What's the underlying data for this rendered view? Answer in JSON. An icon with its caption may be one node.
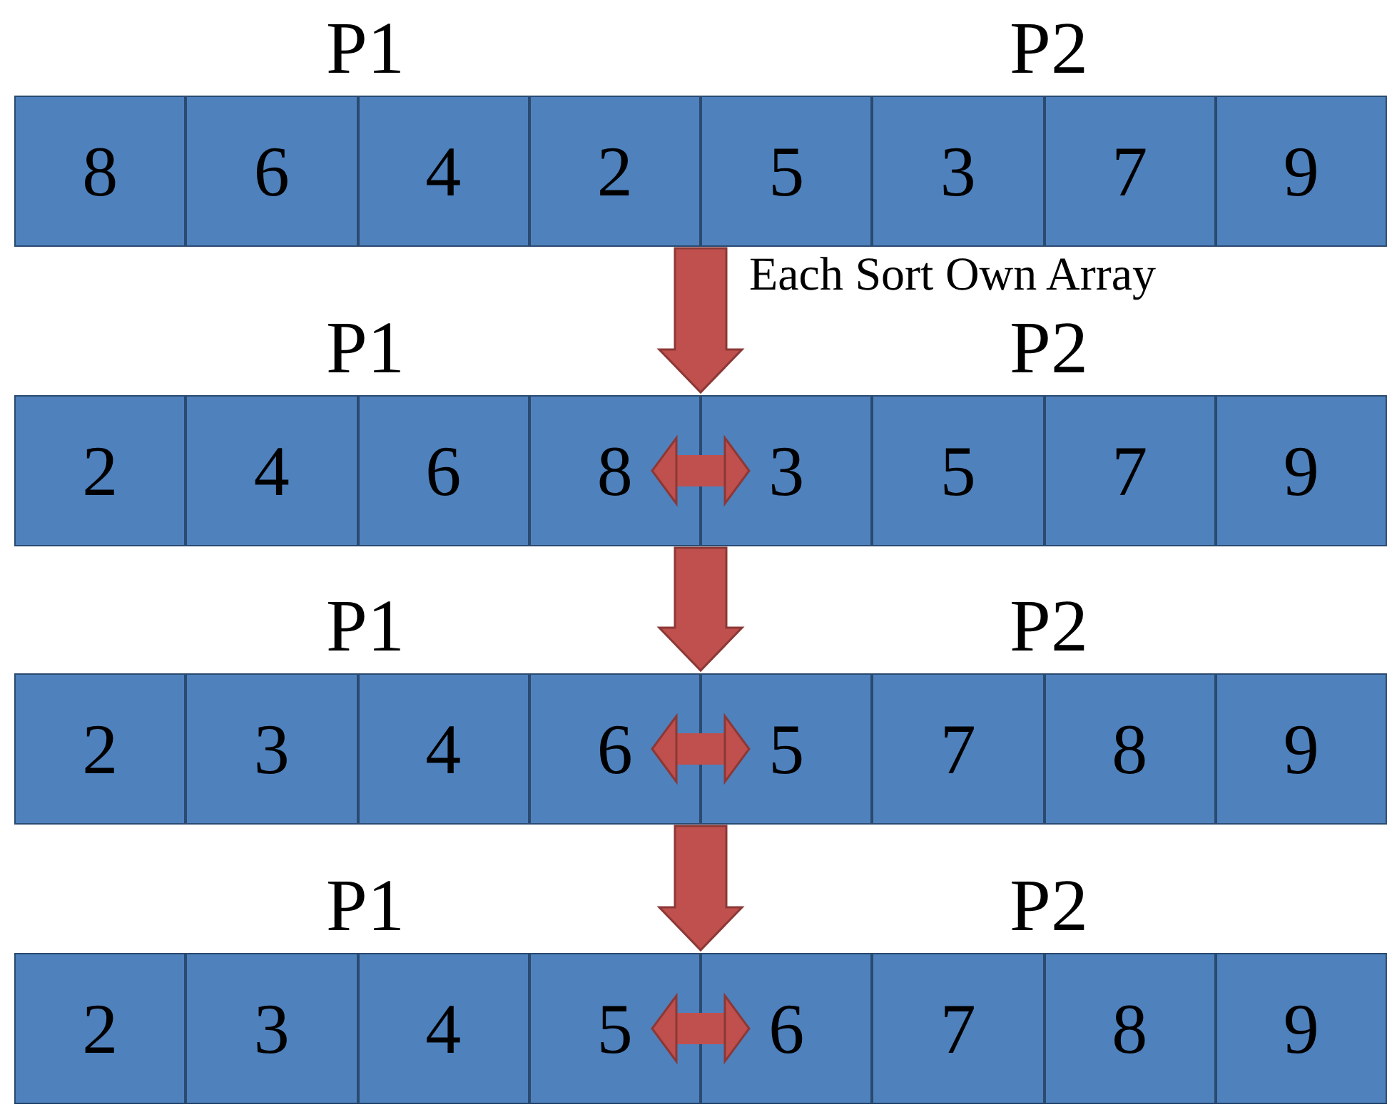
{
  "diagram": {
    "nodes": [
      {
        "text": [],
        "shape": "bar"
      },
      {
        "text": [
          "8"
        ],
        "in": 0
      },
      {
        "text": [
          "6"
        ],
        "in": 0
      },
      {
        "text": [
          "4"
        ],
        "in": 0
      },
      {
        "text": [
          "2"
        ],
        "in": 0
      },
      {
        "text": [
          "5"
        ],
        "in": 0
      },
      {
        "text": [
          "3"
        ],
        "in": 0
      },
      {
        "text": [
          "7"
        ],
        "in": 0
      },
      {
        "text": [
          "9"
        ],
        "in": 0
      },
      {
        "text": [],
        "shape": "bar"
      },
      {
        "text": [
          "2"
        ],
        "in": 9
      },
      {
        "text": [
          "4"
        ],
        "in": 9
      },
      {
        "text": [
          "6"
        ],
        "in": 9
      },
      {
        "text": [
          "8"
        ],
        "in": 9
      },
      {
        "text": [
          "3"
        ],
        "in": 9
      },
      {
        "text": [
          "5"
        ],
        "in": 9
      },
      {
        "text": [
          "7"
        ],
        "in": 9
      },
      {
        "text": [
          "9"
        ],
        "in": 9
      },
      {
        "text": [],
        "shape": "bar"
      },
      {
        "text": [
          "2"
        ],
        "in": 18
      },
      {
        "text": [
          "3"
        ],
        "in": 18
      },
      {
        "text": [
          "4"
        ],
        "in": 18
      },
      {
        "text": [
          "6"
        ],
        "in": 18
      },
      {
        "text": [
          "5"
        ],
        "in": 18
      },
      {
        "text": [
          "7"
        ],
        "in": 18
      },
      {
        "text": [
          "8"
        ],
        "in": 18
      },
      {
        "text": [
          "9"
        ],
        "in": 18
      },
      {
        "text": [],
        "shape": "bar"
      },
      {
        "text": [
          "2"
        ],
        "in": 27
      },
      {
        "text": [
          "3"
        ],
        "in": 27
      },
      {
        "text": [
          "4"
        ],
        "in": 27
      },
      {
        "text": [
          "5"
        ],
        "in": 27
      },
      {
        "text": [
          "6"
        ],
        "in": 27
      },
      {
        "text": [
          "7"
        ],
        "in": 27
      },
      {
        "text": [
          "8"
        ],
        "in": 27
      },
      {
        "text": [
          "9"
        ],
        "in": 27
      }
    ],
    "edges": [
      {
        "from": 0,
        "to": 9,
        "arrow": "to",
        "label": "Each Sort Own Array"
      },
      {
        "from": 13,
        "to": 14,
        "arrow": "both"
      },
      {
        "from": 9,
        "to": 18,
        "arrow": "to"
      },
      {
        "from": 22,
        "to": 23,
        "arrow": "both"
      },
      {
        "from": 18,
        "to": 27,
        "arrow": "to"
      },
      {
        "from": 31,
        "to": 32,
        "arrow": "both"
      }
    ],
    "labels": [
      "P1",
      "P2",
      "P1",
      "P2",
      "P1",
      "P2",
      "P1",
      "P2"
    ]
  }
}
